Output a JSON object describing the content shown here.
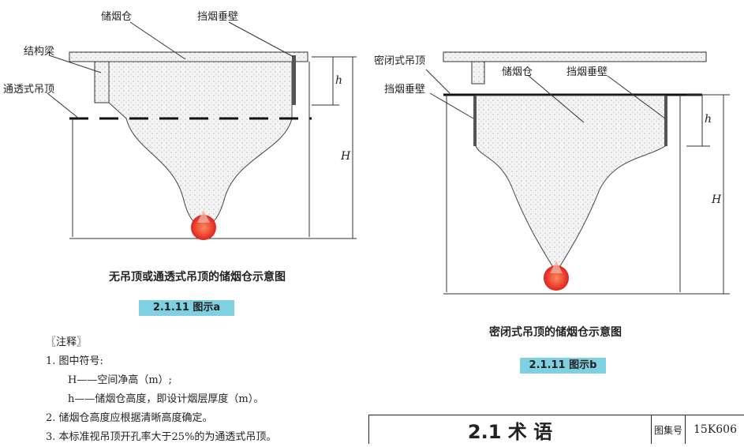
{
  "diagram_a": {
    "labels": {
      "smoke_reservoir": "储烟仓",
      "smoke_curtain": "挡烟垂壁",
      "beam": "结构梁",
      "open_ceiling": "通透式吊顶"
    },
    "dims": {
      "h": "h",
      "H": "H"
    },
    "caption": "无吊顶或通透式吊顶的储烟仓示意图",
    "badge": "2.1.11 图示a"
  },
  "diagram_b": {
    "labels": {
      "closed_ceiling": "密闭式吊顶",
      "smoke_curtain_left": "挡烟垂壁",
      "smoke_reservoir": "储烟仓",
      "smoke_curtain_right": "挡烟垂壁"
    },
    "dims": {
      "h": "h",
      "H": "H"
    },
    "caption": "密闭式吊顶的储烟仓示意图",
    "badge": "2.1.11 图示b"
  },
  "notes": {
    "heading": "〖注释〗",
    "item1": "1. 图中符号:",
    "item1a": "H——空间净高（m）;",
    "item1b": "h——储烟仓高度，即设计烟层厚度（m）。",
    "item2": "2. 储烟仓高度应根据清晰高度确定。",
    "item3": "3. 本标准视吊顶开孔率大于25%的为通透式吊顶。"
  },
  "title_block": {
    "title": "2.1  术 语",
    "atlas_label": "图集号",
    "atlas_no": "15K606"
  },
  "colors": {
    "badge": "#7fd0e0",
    "fire": "#e0231c"
  }
}
